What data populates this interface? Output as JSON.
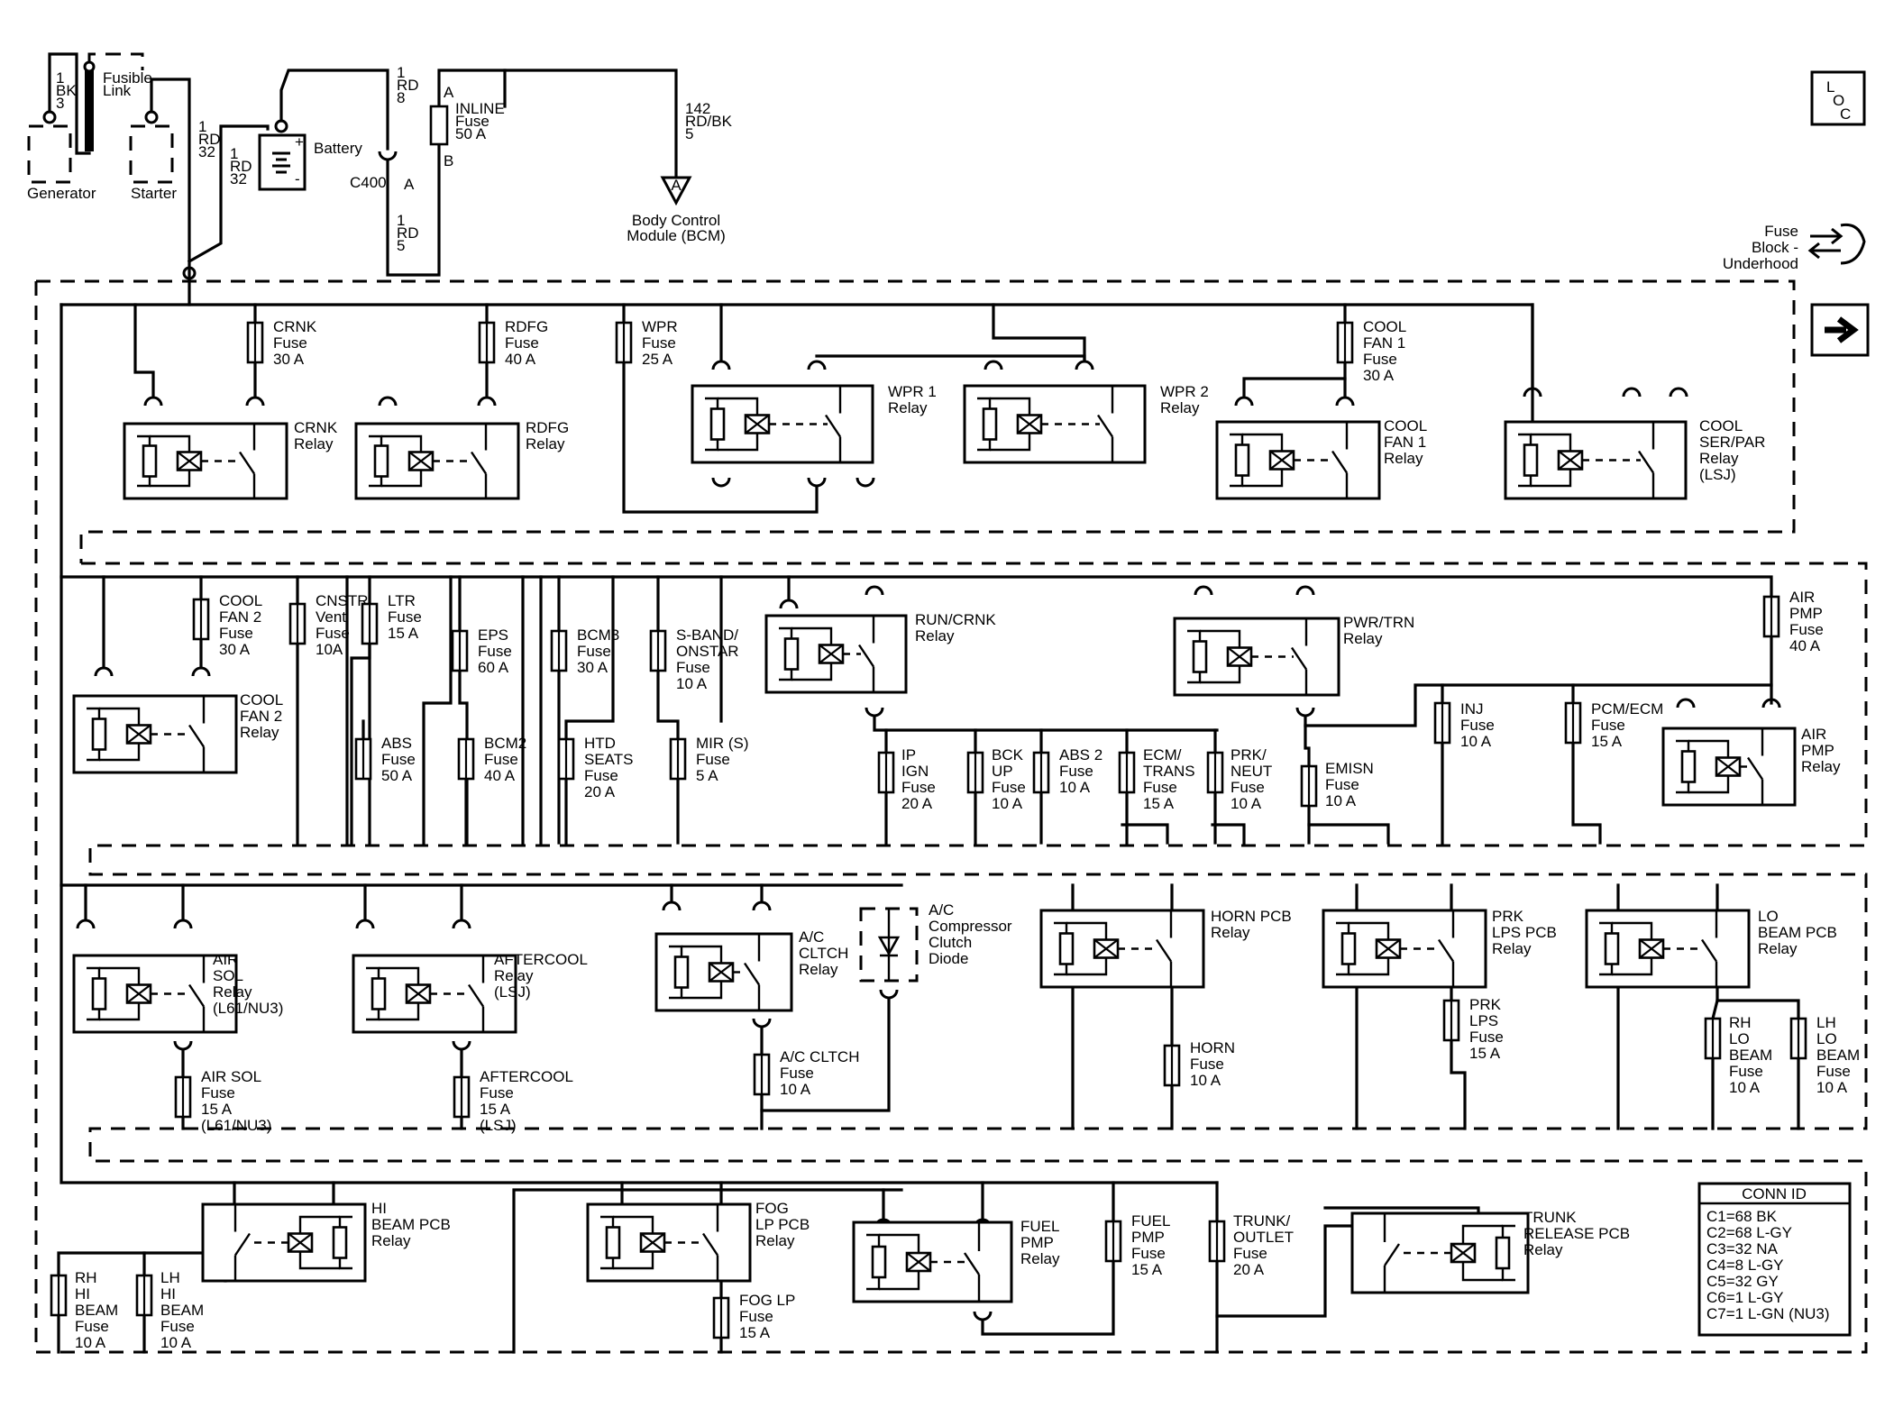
{
  "diagram": {
    "loc_label": [
      "L",
      "O",
      "C"
    ],
    "fuse_block_label": [
      "Fuse",
      "Block -",
      "Underhood"
    ],
    "top": {
      "generator_label": "Generator",
      "starter_label": "Starter",
      "battery_label": "Battery",
      "fusible_link_label": [
        "Fusible",
        "Link"
      ],
      "wire_generator": [
        "1",
        "BK",
        "3"
      ],
      "wire_starter": [
        "1",
        "RD",
        "32"
      ],
      "wire_battery": [
        "1",
        "RD",
        "32"
      ],
      "wire_c400_top": [
        "1",
        "RD",
        "8"
      ],
      "wire_c400_bottom": [
        "1",
        "RD",
        "5"
      ],
      "connector_c400": "C400",
      "connector_c400_pin": "A",
      "inline_fuse": [
        "INLINE",
        "Fuse",
        "50 A"
      ],
      "inline_pin_a": "A",
      "inline_pin_b": "B",
      "wire_bcm": [
        "142",
        "RD/BK",
        "5"
      ],
      "bcm_pin": "A",
      "bcm_label": [
        "Body Control",
        "Module (BCM)"
      ],
      "battery_plus": "+",
      "battery_minus": "-"
    },
    "fuses": [
      {
        "lines": [
          "CRNK",
          "Fuse",
          "30 A"
        ]
      },
      {
        "lines": [
          "RDFG",
          "Fuse",
          "40 A"
        ]
      },
      {
        "lines": [
          "WPR",
          "Fuse",
          "25 A"
        ]
      },
      {
        "lines": [
          "COOL",
          "FAN 1",
          "Fuse",
          "30 A"
        ]
      },
      {
        "lines": [
          "COOL",
          "FAN 2",
          "Fuse",
          "30 A"
        ]
      },
      {
        "lines": [
          "CNSTR",
          "Vent",
          "Fuse",
          "10A"
        ]
      },
      {
        "lines": [
          "LTR",
          "Fuse",
          "15 A"
        ]
      },
      {
        "lines": [
          "EPS",
          "Fuse",
          "60 A"
        ]
      },
      {
        "lines": [
          "BCM3",
          "Fuse",
          "30 A"
        ]
      },
      {
        "lines": [
          "S-BAND/",
          "ONSTAR",
          "Fuse",
          "10 A"
        ]
      },
      {
        "lines": [
          "ABS",
          "Fuse",
          "50 A"
        ]
      },
      {
        "lines": [
          "BCM2",
          "Fuse",
          "40 A"
        ]
      },
      {
        "lines": [
          "HTD",
          "SEATS",
          "Fuse",
          "20 A"
        ]
      },
      {
        "lines": [
          "MIR (S)",
          "Fuse",
          "5 A"
        ]
      },
      {
        "lines": [
          "IP",
          "IGN",
          "Fuse",
          "20 A"
        ]
      },
      {
        "lines": [
          "BCK",
          "UP",
          "Fuse",
          "10 A"
        ]
      },
      {
        "lines": [
          "ABS 2",
          "Fuse",
          "10 A"
        ]
      },
      {
        "lines": [
          "ECM/",
          "TRANS",
          "Fuse",
          "15 A"
        ]
      },
      {
        "lines": [
          "PRK/",
          "NEUT",
          "Fuse",
          "10 A"
        ]
      },
      {
        "lines": [
          "EMISN",
          "Fuse",
          "10 A"
        ]
      },
      {
        "lines": [
          "INJ",
          "Fuse",
          "10 A"
        ]
      },
      {
        "lines": [
          "PCM/ECM",
          "Fuse",
          "15 A"
        ]
      },
      {
        "lines": [
          "AIR",
          "PMP",
          "Fuse",
          "40 A"
        ]
      },
      {
        "lines": [
          "AIR SOL",
          "Fuse",
          "15 A",
          "(L61/NU3)"
        ]
      },
      {
        "lines": [
          "AFTERCOOL",
          "Fuse",
          "15 A",
          "(LSJ)"
        ]
      },
      {
        "lines": [
          "A/C CLTCH",
          "Fuse",
          "10 A"
        ]
      },
      {
        "lines": [
          "HORN",
          "Fuse",
          "10 A"
        ]
      },
      {
        "lines": [
          "PRK",
          "LPS",
          "Fuse",
          "15 A"
        ]
      },
      {
        "lines": [
          "RH",
          "LO",
          "BEAM",
          "Fuse",
          "10 A"
        ]
      },
      {
        "lines": [
          "LH",
          "LO",
          "BEAM",
          "Fuse",
          "10 A"
        ]
      },
      {
        "lines": [
          "RH",
          "HI",
          "BEAM",
          "Fuse",
          "10 A"
        ]
      },
      {
        "lines": [
          "LH",
          "HI",
          "BEAM",
          "Fuse",
          "10 A"
        ]
      },
      {
        "lines": [
          "FOG LP",
          "Fuse",
          "15 A"
        ]
      },
      {
        "lines": [
          "FUEL",
          "PMP",
          "Fuse",
          "15 A"
        ]
      },
      {
        "lines": [
          "TRUNK/",
          "OUTLET",
          "Fuse",
          "20 A"
        ]
      }
    ],
    "relays": [
      {
        "lines": [
          "CRNK",
          "Relay"
        ]
      },
      {
        "lines": [
          "RDFG",
          "Relay"
        ]
      },
      {
        "lines": [
          "WPR 1",
          "Relay"
        ]
      },
      {
        "lines": [
          "WPR 2",
          "Relay"
        ]
      },
      {
        "lines": [
          "COOL",
          "FAN 1",
          "Relay"
        ]
      },
      {
        "lines": [
          "COOL",
          "SER/PAR",
          "Relay",
          "(LSJ)"
        ]
      },
      {
        "lines": [
          "COOL",
          "FAN 2",
          "Relay"
        ]
      },
      {
        "lines": [
          "RUN/CRNK",
          "Relay"
        ]
      },
      {
        "lines": [
          "PWR/TRN",
          "Relay"
        ]
      },
      {
        "lines": [
          "AIR",
          "PMP",
          "Relay"
        ]
      },
      {
        "lines": [
          "AIR",
          "SOL",
          "Relay",
          "(L61/NU3)"
        ]
      },
      {
        "lines": [
          "AFTERCOOL",
          "Relay",
          "(LSJ)"
        ]
      },
      {
        "lines": [
          "A/C",
          "CLTCH",
          "Relay"
        ]
      },
      {
        "lines": [
          "HORN PCB",
          "Relay"
        ]
      },
      {
        "lines": [
          "PRK",
          "LPS PCB",
          "Relay"
        ]
      },
      {
        "lines": [
          "LO",
          "BEAM PCB",
          "Relay"
        ]
      },
      {
        "lines": [
          "HI",
          "BEAM PCB",
          "Relay"
        ]
      },
      {
        "lines": [
          "FOG",
          "LP PCB",
          "Relay"
        ]
      },
      {
        "lines": [
          "FUEL",
          "PMP",
          "Relay"
        ]
      },
      {
        "lines": [
          "TRUNK",
          "RELEASE PCB",
          "Relay"
        ]
      }
    ],
    "diode": {
      "lines": [
        "A/C",
        "Compressor",
        "Clutch",
        "Diode"
      ]
    },
    "conn_id": {
      "title": "CONN ID",
      "rows": [
        "C1=68 BK",
        "C2=68 L-GY",
        "C3=32 NA",
        "C4=8 L-GY",
        "C5=32 GY",
        "C6=1 L-GY",
        "C7=1 L-GN (NU3)"
      ]
    }
  }
}
